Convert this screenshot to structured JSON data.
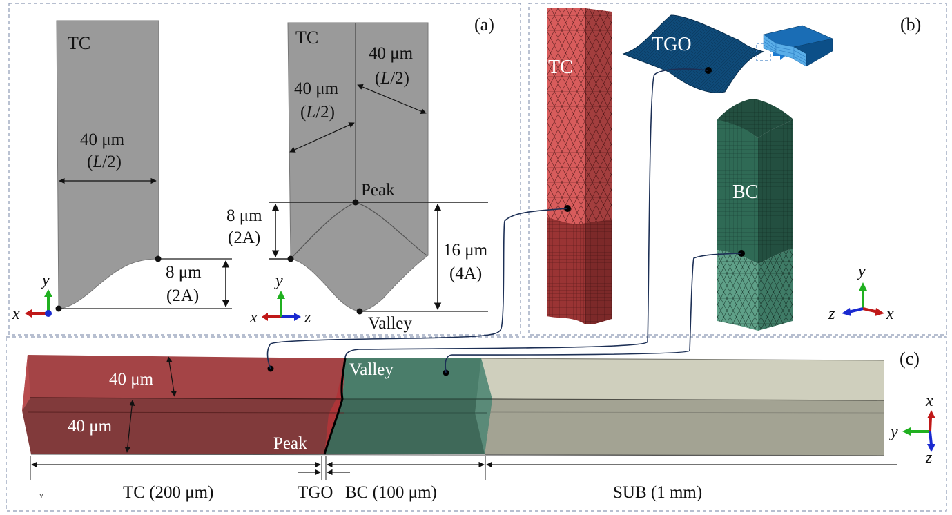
{
  "panels": {
    "a": {
      "tag": "(a)",
      "left": {
        "material": "TC",
        "width_dim": "40 μm",
        "width_sym_open": "(",
        "width_sym_var": "L",
        "width_sym_close": "/2)",
        "height_dim": "8 μm",
        "height_sym": "(2A)",
        "axes": {
          "x": "x",
          "y": "y"
        }
      },
      "right": {
        "material": "TC",
        "dim1": "40 μm",
        "dim1_sym_open": "(",
        "dim1_sym_var": "L",
        "dim1_sym_close": "/2)",
        "dim2": "40 μm",
        "dim2_sym_open": "(",
        "dim2_sym_var": "L",
        "dim2_sym_close": "/2)",
        "peak": "Peak",
        "valley": "Valley",
        "left_height": "8 μm",
        "left_height_sym": "(2A)",
        "total_height": "16 μm",
        "total_height_sym": "(4A)",
        "axes": {
          "x": "x",
          "y": "y",
          "z": "z"
        }
      }
    },
    "b": {
      "tag": "(b)",
      "tc_label": "TC",
      "tgo_label": "TGO",
      "bc_label": "BC",
      "axes": {
        "x": "x",
        "y": "y",
        "z": "z"
      }
    },
    "c": {
      "tag": "(c)",
      "top_thickness": "40 μm",
      "bottom_thickness": "40 μm",
      "peak": "Peak",
      "valley": "Valley",
      "segments": [
        {
          "name": "TC",
          "label": "TC (200 μm)"
        },
        {
          "name": "TGO",
          "label": "TGO"
        },
        {
          "name": "BC",
          "label": "BC (100 μm)"
        },
        {
          "name": "SUB",
          "label": "SUB (1 mm)"
        }
      ],
      "stray_mark": "Y",
      "axes": {
        "x": "x",
        "y": "y",
        "z": "z"
      }
    }
  },
  "colors": {
    "tc": "#a44446",
    "tc_dark": "#813a3b",
    "tc_mesh": "#d85c5c",
    "bc": "#4a7d6a",
    "bc_dark": "#3f6959",
    "bc_mesh": "#5fa088",
    "sub": "#cfcfbd",
    "sub_dark": "#a3a393",
    "tgo": "#0f4a78",
    "tgo_zoom": "#5aaee8",
    "section_gray": "#9a9a9a",
    "frame": "#8c99b5",
    "axis_x": "#c01818",
    "axis_y": "#20b020",
    "axis_z": "#1a2ad0",
    "connector": "#1c2f55"
  }
}
